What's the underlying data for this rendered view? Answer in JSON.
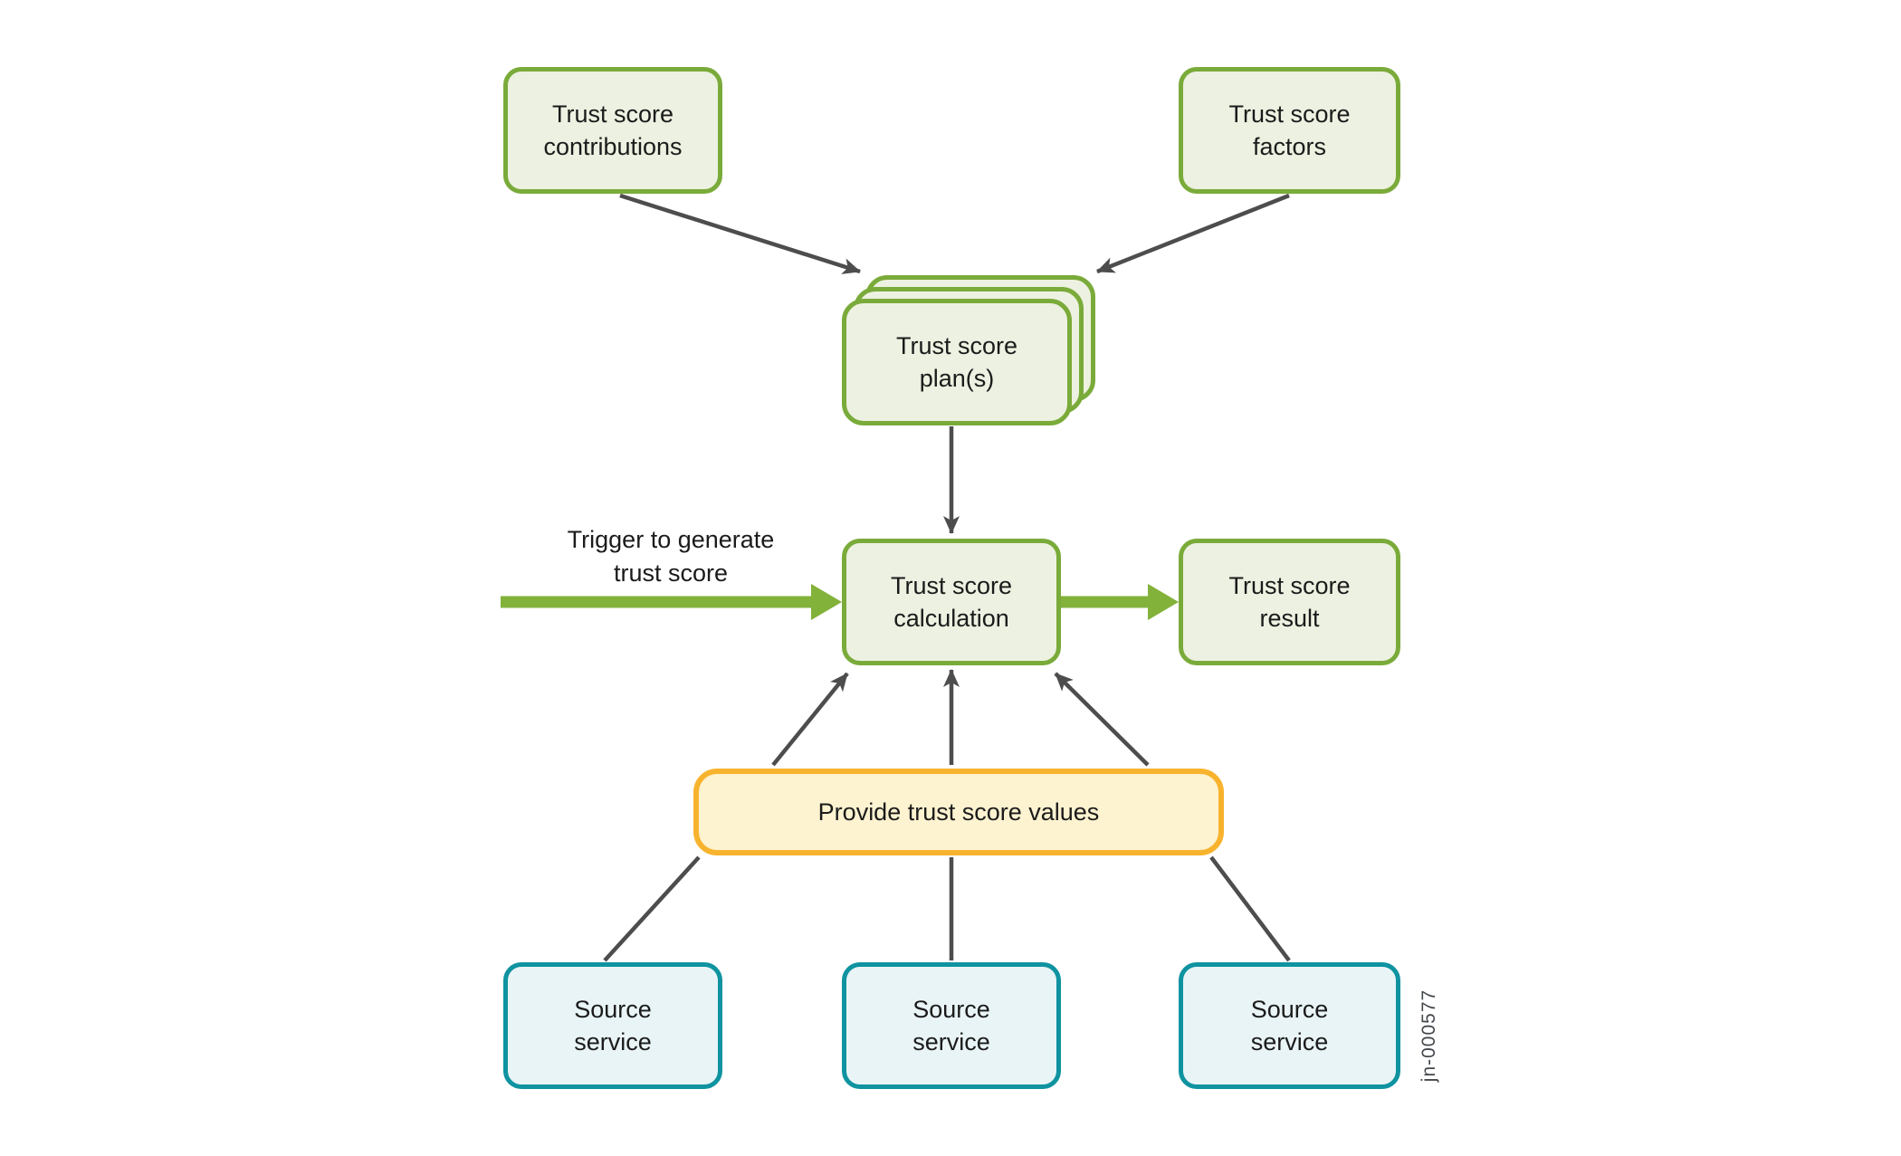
{
  "figure": {
    "id_label": "jn-000577",
    "colors": {
      "green_border": "#7aab3a",
      "green_fill": "#edf1e1",
      "green_arrow": "#83b23a",
      "dark_arrow": "#4d4d4d",
      "yellow_border": "#f8b32e",
      "yellow_fill": "#fdf3d0",
      "teal_border": "#0f93a0",
      "teal_fill": "#e9f4f6",
      "text_color": "#1b1b1b"
    },
    "nodes": {
      "contributions": "Trust score\ncontributions",
      "factors": "Trust score\nfactors",
      "plans": "Trust score\nplan(s)",
      "calculation": "Trust score\ncalculation",
      "result": "Trust score\nresult",
      "provide_values": "Provide trust score values",
      "source_1": "Source\nservice",
      "source_2": "Source\nservice",
      "source_3": "Source\nservice"
    },
    "annotations": {
      "trigger": "Trigger to generate\ntrust score"
    },
    "edges": [
      {
        "from": "trust-score-contributions",
        "to": "trust-score-plans",
        "style": "dark-arrow"
      },
      {
        "from": "trust-score-factors",
        "to": "trust-score-plans",
        "style": "dark-arrow"
      },
      {
        "from": "trust-score-plans",
        "to": "trust-score-calculation",
        "style": "dark-arrow"
      },
      {
        "from": "trigger-to-generate-trust-score",
        "to": "trust-score-calculation",
        "style": "green-arrow"
      },
      {
        "from": "trust-score-calculation",
        "to": "trust-score-result",
        "style": "green-arrow"
      },
      {
        "from": "provide-trust-score-values",
        "to": "trust-score-calculation",
        "style": "dark-arrow"
      },
      {
        "from": "provide-trust-score-values",
        "to": "trust-score-calculation",
        "style": "dark-arrow"
      },
      {
        "from": "provide-trust-score-values",
        "to": "trust-score-calculation",
        "style": "dark-arrow"
      },
      {
        "from": "source-service-1",
        "to": "provide-trust-score-values",
        "style": "dark-line"
      },
      {
        "from": "source-service-2",
        "to": "provide-trust-score-values",
        "style": "dark-line"
      },
      {
        "from": "source-service-3",
        "to": "provide-trust-score-values",
        "style": "dark-line"
      }
    ]
  }
}
